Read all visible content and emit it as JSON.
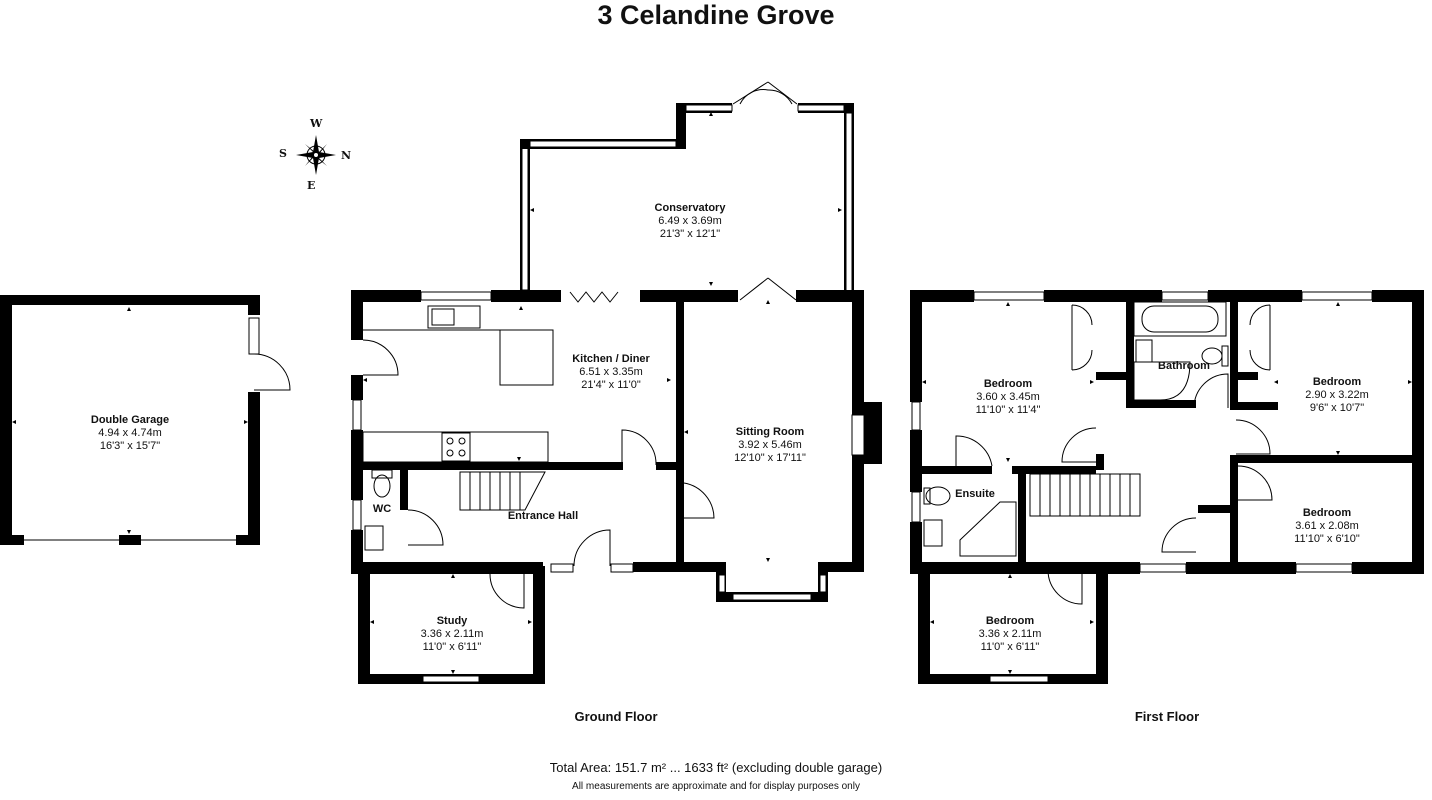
{
  "title": "3 Celandine Grove",
  "compass": {
    "top": "W",
    "left": "S",
    "right": "N",
    "bottom": "E"
  },
  "rooms": {
    "garage": {
      "name": "Double Garage",
      "metric": "4.94 x 4.74m",
      "imperial": "16'3\" x 15'7\""
    },
    "conservatory": {
      "name": "Conservatory",
      "metric": "6.49 x 3.69m",
      "imperial": "21'3\" x 12'1\""
    },
    "kitchen": {
      "name": "Kitchen / Diner",
      "metric": "6.51 x 3.35m",
      "imperial": "21'4\" x 11'0\""
    },
    "sitting": {
      "name": "Sitting Room",
      "metric": "3.92 x 5.46m",
      "imperial": "12'10\" x 17'11\""
    },
    "wc": {
      "name": "WC"
    },
    "hall": {
      "name": "Entrance Hall"
    },
    "study": {
      "name": "Study",
      "metric": "3.36 x 2.11m",
      "imperial": "11'0\" x 6'11\""
    },
    "bed1": {
      "name": "Bedroom",
      "metric": "3.60 x 3.45m",
      "imperial": "11'10\" x 11'4\""
    },
    "bathroom": {
      "name": "Bathroom"
    },
    "bed2": {
      "name": "Bedroom",
      "metric": "2.90 x 3.22m",
      "imperial": "9'6\" x 10'7\""
    },
    "ensuite": {
      "name": "Ensuite"
    },
    "bed3": {
      "name": "Bedroom",
      "metric": "3.61 x 2.08m",
      "imperial": "11'10\" x 6'10\""
    },
    "bed4": {
      "name": "Bedroom",
      "metric": "3.36 x 2.11m",
      "imperial": "11'0\" x 6'11\""
    }
  },
  "floors": {
    "ground": "Ground Floor",
    "first": "First Floor"
  },
  "total_area": "Total Area: 151.7 m² ... 1633 ft² (excluding double garage)",
  "disclaimer": "All measurements are approximate and for display purposes only"
}
